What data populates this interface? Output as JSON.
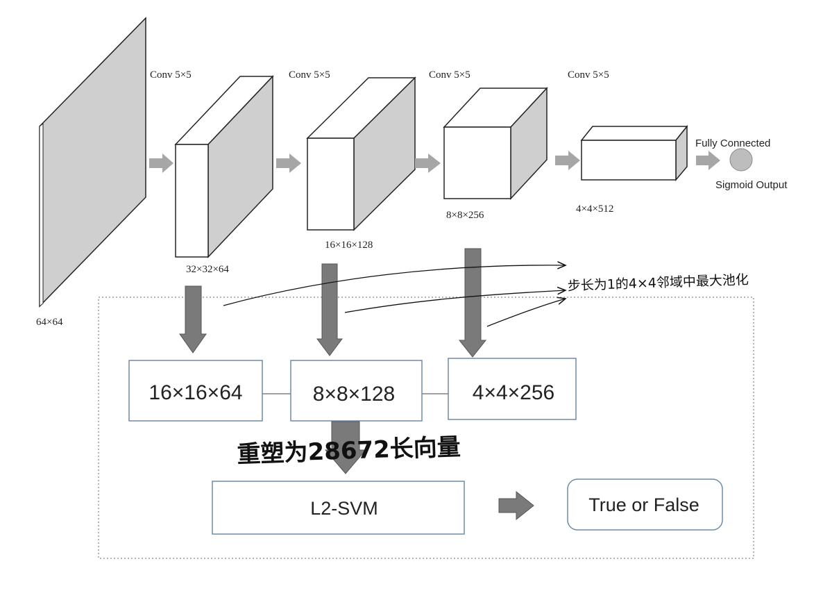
{
  "generator": {
    "input_size": "64×64",
    "conv_labels": [
      "Conv 5×5",
      "Conv 5×5",
      "Conv 5×5",
      "Conv 5×5"
    ],
    "feature_maps": [
      "32×32×64",
      "16×16×128",
      "8×8×256",
      "4×4×512"
    ],
    "fully_connected": "Fully Connected",
    "sigmoid_output": "Sigmoid Output"
  },
  "pooled": [
    "16×16×64",
    "8×8×128",
    "4×4×256"
  ],
  "annotations": {
    "pooling_note": "步长为1的4×4邻域中最大池化",
    "reshape_note": "重塑为28672长向量"
  },
  "classifier": {
    "svm": "L2-SVM",
    "result": "True or False"
  },
  "colors": {
    "block_side": "#cfcfcf",
    "arrow_light": "#a6a6a6",
    "arrow_dark": "#7a7a7a",
    "box_border": "#6f8aa6",
    "circle": "#bdbdbd"
  }
}
